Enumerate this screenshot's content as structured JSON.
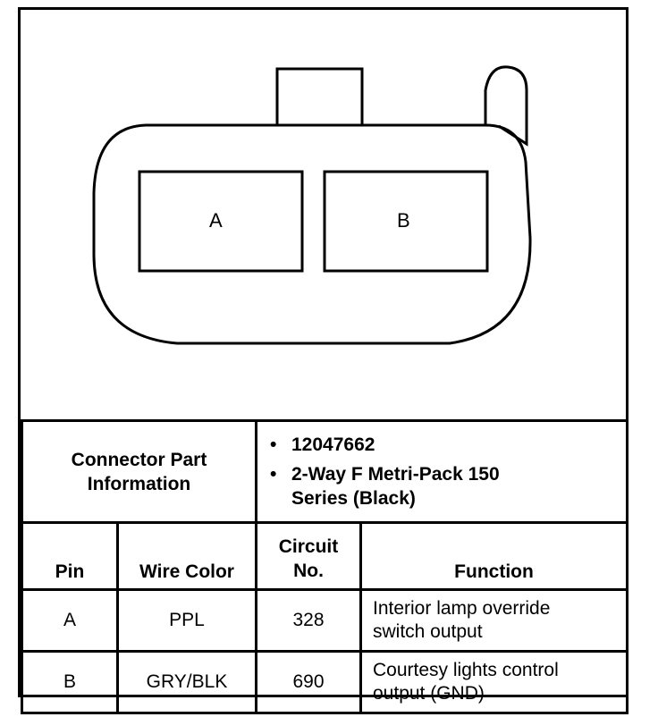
{
  "connector": {
    "cavities": [
      "A",
      "B"
    ]
  },
  "part_info": {
    "heading": "Connector Part Information",
    "items": [
      "12047662",
      "2-Way F Metri-Pack 150 Series (Black)"
    ]
  },
  "table": {
    "headers": [
      "Pin",
      "Wire Color",
      "Circuit No.",
      "Function"
    ],
    "rows": [
      {
        "pin": "A",
        "wire_color": "PPL",
        "circuit": "328",
        "function": "Interior lamp override switch output"
      },
      {
        "pin": "B",
        "wire_color": "GRY/BLK",
        "circuit": "690",
        "function": "Courtesy lights control output (GND)"
      }
    ]
  }
}
